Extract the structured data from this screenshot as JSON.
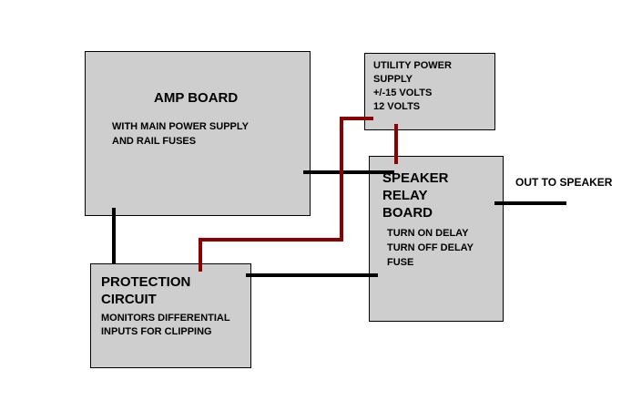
{
  "colors": {
    "signal_wire": "#000000",
    "power_wire": "#8b0000",
    "box_fill": "#d6d6d6"
  },
  "amp_board": {
    "title": "AMP BOARD",
    "line1": "WITH MAIN POWER SUPPLY",
    "line2": "AND RAIL FUSES"
  },
  "utility_power_supply": {
    "line1": "UTILITY POWER",
    "line2": "SUPPLY",
    "line3": "+/-15 VOLTS",
    "line4": "12 VOLTS"
  },
  "speaker_relay_board": {
    "title1": "SPEAKER",
    "title2": "RELAY",
    "title3": "BOARD",
    "line1": "TURN ON DELAY",
    "line2": "TURN OFF DELAY",
    "line3": "FUSE"
  },
  "protection_circuit": {
    "title1": "PROTECTION",
    "title2": "CIRCUIT",
    "line1": "MONITORS DIFFERENTIAL",
    "line2": "INPUTS FOR CLIPPING"
  },
  "output": {
    "label": "OUT TO SPEAKER"
  }
}
